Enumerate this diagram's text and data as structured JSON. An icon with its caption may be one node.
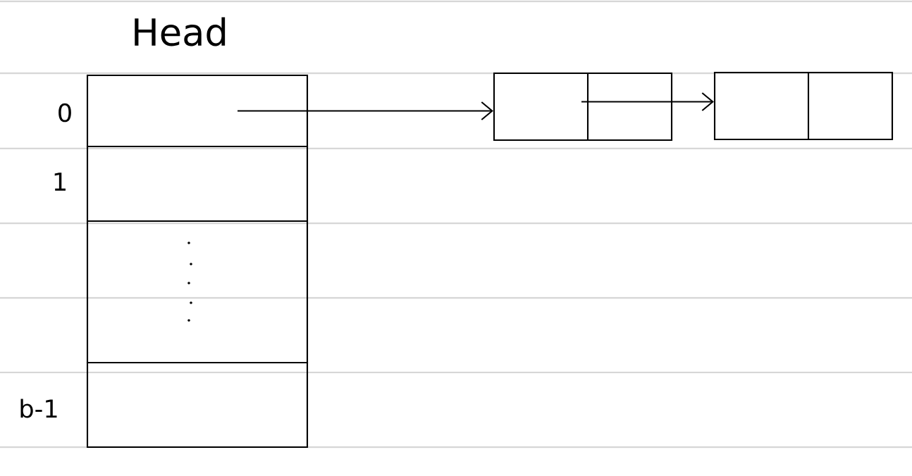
{
  "diagram": {
    "title": "Head",
    "nodes": [
      {
        "text": [],
        "shape": "box",
        "beside": [
          "0"
        ]
      },
      {
        "text": [],
        "shape": "box",
        "beside": [
          "1"
        ]
      },
      {
        "text": [],
        "shape": "box"
      },
      {
        "text": [],
        "shape": "box",
        "beside": [
          "b-1"
        ]
      },
      {
        "text": [],
        "shape": "box"
      },
      {
        "text": [],
        "shape": "box"
      }
    ],
    "edges": [
      {
        "from": 0,
        "to": 4,
        "arrow": "to"
      },
      {
        "from": 4,
        "to": 5,
        "arrow": "to"
      }
    ]
  }
}
